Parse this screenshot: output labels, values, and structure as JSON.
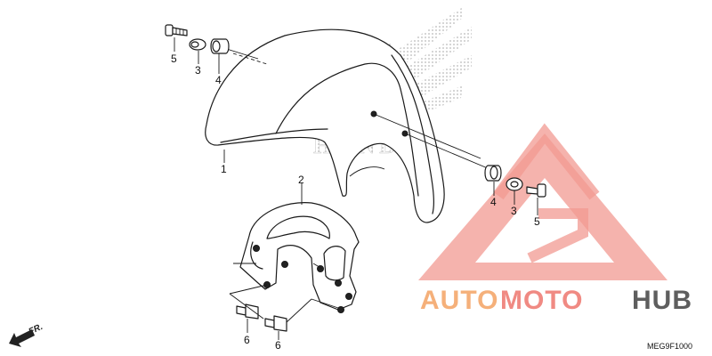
{
  "watermark": {
    "brand_part1": "AUTO",
    "brand_part2": "MOTO",
    "brand_part3": "HUB",
    "honda_word": "HONDA",
    "colors": {
      "auto": "#F5B07A",
      "moto": "#F08A83",
      "hub": "#5E5E5E",
      "triangle": "#F29A92"
    }
  },
  "callouts": {
    "p1": "1",
    "p2": "2",
    "p3a": "3",
    "p3b": "3",
    "p4a": "4",
    "p4b": "4",
    "p5a": "5",
    "p5b": "5",
    "p6a": "6",
    "p6b": "6"
  },
  "direction_label": "FR.",
  "diagram_code": "MEG9F1000"
}
